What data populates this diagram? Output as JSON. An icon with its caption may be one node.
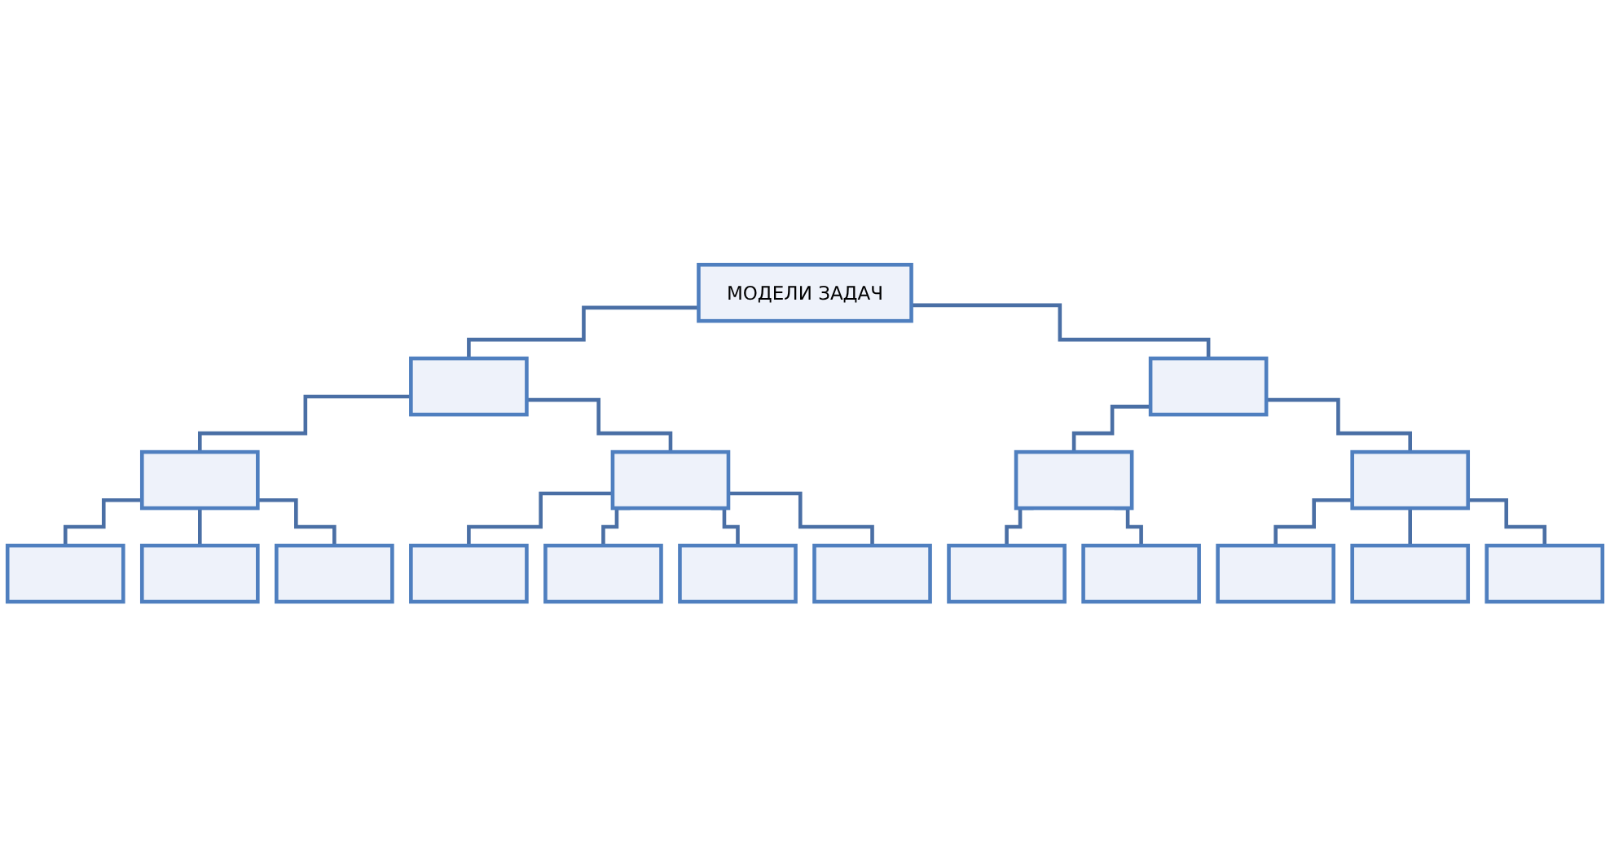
{
  "diagram": {
    "nodes": [
      {
        "text": [
          "МОДЕЛИ ЗАДАЧ"
        ]
      },
      {
        "text": [],
        "shape": "box"
      },
      {
        "text": [],
        "shape": "box"
      },
      {
        "text": [],
        "shape": "box"
      },
      {
        "text": [],
        "shape": "box"
      },
      {
        "text": [],
        "shape": "box"
      },
      {
        "text": [],
        "shape": "box"
      },
      {
        "text": [],
        "shape": "box"
      },
      {
        "text": [],
        "shape": "box"
      },
      {
        "text": [],
        "shape": "box"
      },
      {
        "text": [],
        "shape": "box"
      },
      {
        "text": [],
        "shape": "box"
      },
      {
        "text": [],
        "shape": "box"
      },
      {
        "text": [],
        "shape": "box"
      },
      {
        "text": [],
        "shape": "box"
      },
      {
        "text": [],
        "shape": "box"
      },
      {
        "text": [],
        "shape": "box"
      },
      {
        "text": [],
        "shape": "box"
      },
      {
        "text": [],
        "shape": "box"
      }
    ],
    "edges": [
      {
        "from": 0,
        "to": 1,
        "arrow": "none"
      },
      {
        "from": 0,
        "to": 2,
        "arrow": "none"
      },
      {
        "from": 1,
        "to": 3,
        "arrow": "none"
      },
      {
        "from": 1,
        "to": 4,
        "arrow": "none"
      },
      {
        "from": 2,
        "to": 5,
        "arrow": "none"
      },
      {
        "from": 2,
        "to": 6,
        "arrow": "none"
      },
      {
        "from": 3,
        "to": 7,
        "arrow": "none"
      },
      {
        "from": 3,
        "to": 8,
        "arrow": "none"
      },
      {
        "from": 3,
        "to": 9,
        "arrow": "none"
      },
      {
        "from": 4,
        "to": 10,
        "arrow": "none"
      },
      {
        "from": 4,
        "to": 11,
        "arrow": "none"
      },
      {
        "from": 4,
        "to": 12,
        "arrow": "none"
      },
      {
        "from": 4,
        "to": 13,
        "arrow": "none"
      },
      {
        "from": 5,
        "to": 14,
        "arrow": "none"
      },
      {
        "from": 5,
        "to": 15,
        "arrow": "none"
      },
      {
        "from": 6,
        "to": 16,
        "arrow": "none"
      },
      {
        "from": 6,
        "to": 17,
        "arrow": "none"
      },
      {
        "from": 6,
        "to": 18,
        "arrow": "none"
      }
    ]
  }
}
